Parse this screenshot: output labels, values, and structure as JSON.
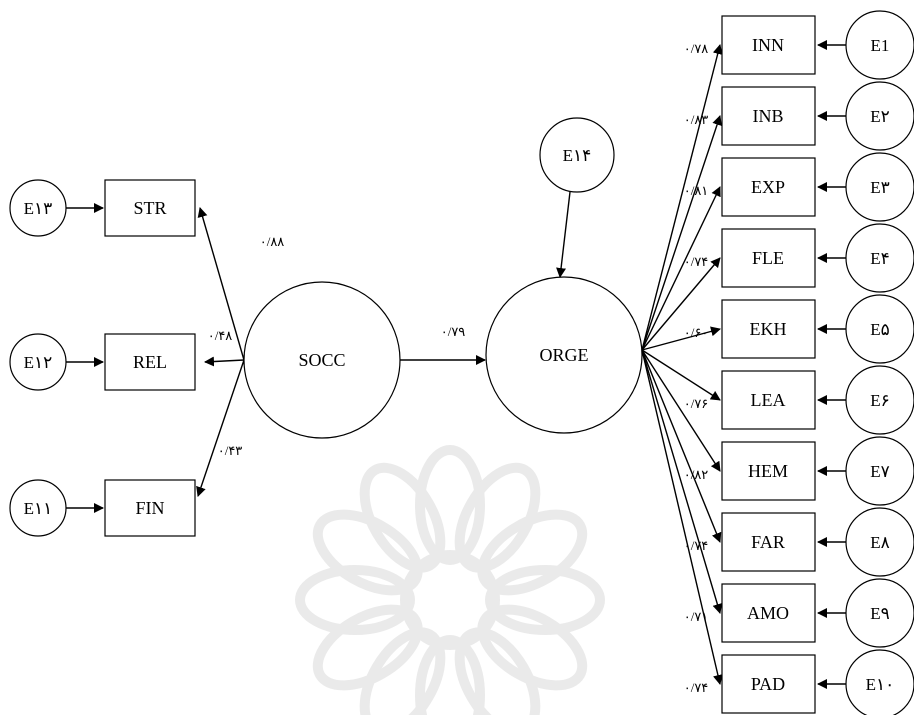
{
  "colors": {
    "stroke": "#000000",
    "watermark": "#d9d9d9",
    "background": "#ffffff"
  },
  "latent": {
    "socc": "SOCC",
    "orge": "ORGE",
    "orge_error": "E۱۴"
  },
  "path_socc_orge": "۰/۷۹",
  "left_items": [
    {
      "name": "STR",
      "error": "E۱۳",
      "loading": "۰/۸۸"
    },
    {
      "name": "REL",
      "error": "E۱۲",
      "loading": "۰/۴۸"
    },
    {
      "name": "FIN",
      "error": "E۱۱",
      "loading": "۰/۴۳"
    }
  ],
  "right_items": [
    {
      "name": "INN",
      "error": "E1",
      "loading": "۰/۷۸"
    },
    {
      "name": "INB",
      "error": "E۲",
      "loading": "۰/۸۳"
    },
    {
      "name": "EXP",
      "error": "E۳",
      "loading": "۰/۸۱"
    },
    {
      "name": "FLE",
      "error": "E۴",
      "loading": "۰/۷۴"
    },
    {
      "name": "EKH",
      "error": "E۵",
      "loading": "۰/۶۰"
    },
    {
      "name": "LEA",
      "error": "E۶",
      "loading": "۰/۷۶"
    },
    {
      "name": "HEM",
      "error": "E۷",
      "loading": "۰/۸۲"
    },
    {
      "name": "FAR",
      "error": "E۸",
      "loading": "۰/۷۴"
    },
    {
      "name": "AMO",
      "error": "E۹",
      "loading": "۰/۷۱"
    },
    {
      "name": "PAD",
      "error": "E۱۰",
      "loading": "۰/۷۴"
    }
  ]
}
